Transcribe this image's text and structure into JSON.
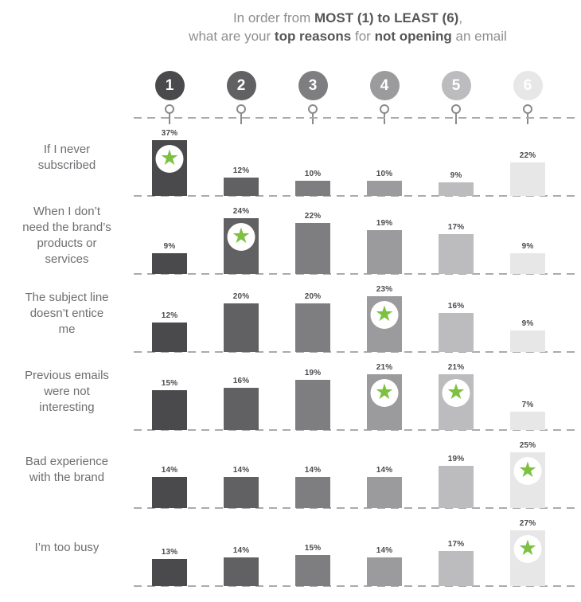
{
  "title": {
    "l1a": "In order from ",
    "l1b": "MOST (1) to LEAST (6)",
    "l1c": ",",
    "l2a": "what are your ",
    "l2b": "top reasons",
    "l2c": " for ",
    "l2d": "not opening",
    "l2e": " an email"
  },
  "icons": {
    "star": "★",
    "pin": "map-pin-marker"
  },
  "colors": {
    "rank_grays": [
      "#4a4a4c",
      "#616164",
      "#7e7e81",
      "#9b9b9d",
      "#bcbcbe",
      "#e7e7e8"
    ],
    "highlight_green": "#7cc142",
    "dash_line": "#ababab",
    "category_text": "#6d6e71",
    "value_text": "#4b4b4d",
    "title_text": "#8f8f92",
    "title_bold_text": "#565659",
    "pin": "#8b8b8b",
    "rank_number_text": "#ffffff",
    "star_badge_bg": "#ffffff"
  },
  "chart_data": {
    "type": "bar",
    "title": "In order from MOST (1) to LEAST (6), what are your top reasons for not opening an email",
    "unit": "%",
    "rank_labels": [
      "1",
      "2",
      "3",
      "4",
      "5",
      "6"
    ],
    "categories": [
      "If I never subscribed",
      "When I don’t need the brand’s products or services",
      "The subject line doesn’t entice me",
      "Previous emails were not interesting",
      "Bad experience with the brand",
      "I’m too busy"
    ],
    "legend": "green star = top-ranked answer(s) in each row",
    "ylim_percent": [
      0,
      37
    ],
    "grid": "dashed row baselines",
    "rows": [
      {
        "label": "If I never subscribed",
        "label_lines": [
          "If I never",
          "subscribed"
        ],
        "values": [
          37,
          12,
          10,
          10,
          9,
          22
        ],
        "star_rank_indexes": [
          0
        ]
      },
      {
        "label": "When I don’t need the brand’s products or services",
        "label_lines": [
          "When I don’t",
          "need the brand’s",
          "products or",
          "services"
        ],
        "values": [
          9,
          24,
          22,
          19,
          17,
          9
        ],
        "star_rank_indexes": [
          1
        ]
      },
      {
        "label": "The subject line doesn’t entice me",
        "label_lines": [
          "The subject line",
          "doesn’t entice",
          "me"
        ],
        "values": [
          12,
          20,
          20,
          23,
          16,
          9
        ],
        "star_rank_indexes": [
          3
        ]
      },
      {
        "label": "Previous emails were not interesting",
        "label_lines": [
          "Previous emails",
          "were not",
          "interesting"
        ],
        "values": [
          15,
          16,
          19,
          21,
          21,
          7
        ],
        "star_rank_indexes": [
          3,
          4
        ]
      },
      {
        "label": "Bad experience with the brand",
        "label_lines": [
          "Bad experience",
          "with the brand"
        ],
        "values": [
          14,
          14,
          14,
          14,
          19,
          25
        ],
        "star_rank_indexes": [
          5
        ]
      },
      {
        "label": "I’m too busy",
        "label_lines": [
          "I’m too busy"
        ],
        "values": [
          13,
          14,
          15,
          14,
          17,
          27
        ],
        "star_rank_indexes": [
          5
        ]
      }
    ]
  }
}
